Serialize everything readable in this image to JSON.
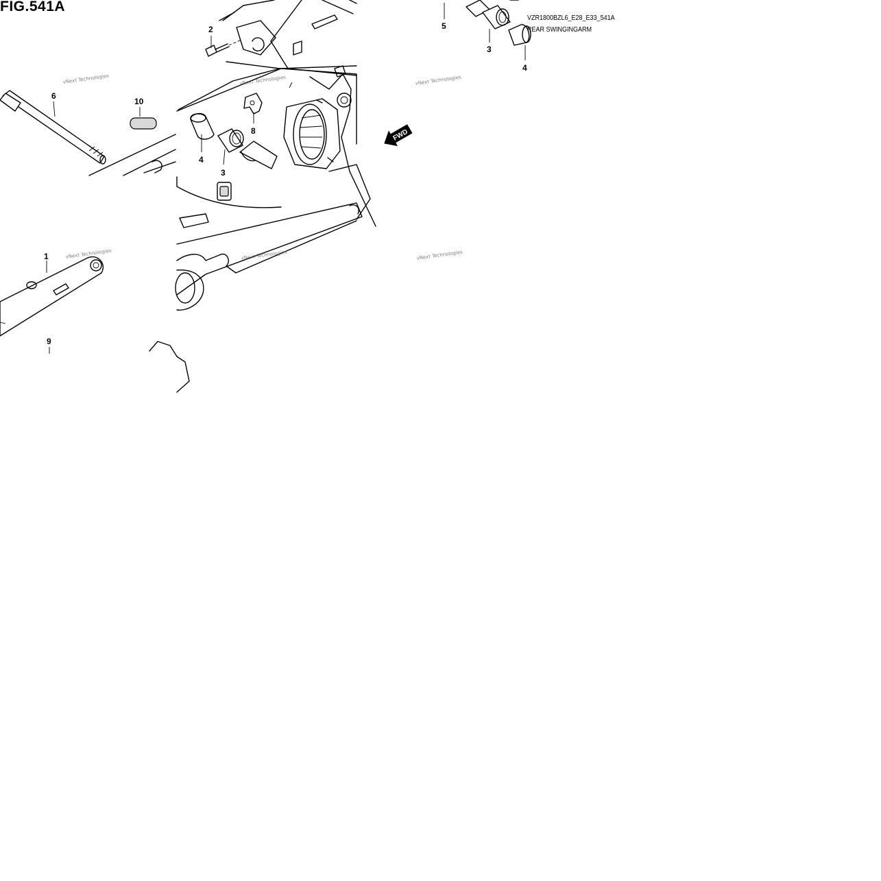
{
  "figure": {
    "title": "FIG.541A",
    "model_code": "VZR1800BZL6_E28_E33_541A",
    "assembly_name": "REAR SWINGINGARM"
  },
  "callouts": [
    {
      "id": "callout-1",
      "label": "1"
    },
    {
      "id": "callout-2",
      "label": "2"
    },
    {
      "id": "callout-3a",
      "label": "3"
    },
    {
      "id": "callout-3b",
      "label": "3"
    },
    {
      "id": "callout-4a",
      "label": "4"
    },
    {
      "id": "callout-4b",
      "label": "4"
    },
    {
      "id": "callout-5",
      "label": "5"
    },
    {
      "id": "callout-6",
      "label": "6"
    },
    {
      "id": "callout-8",
      "label": "8"
    },
    {
      "id": "callout-9",
      "label": "9"
    },
    {
      "id": "callout-10",
      "label": "10"
    }
  ],
  "direction_arrow": {
    "label": "FWD",
    "icon": "forward-arrow-icon"
  },
  "watermark": {
    "text": "vNext Technologies"
  }
}
